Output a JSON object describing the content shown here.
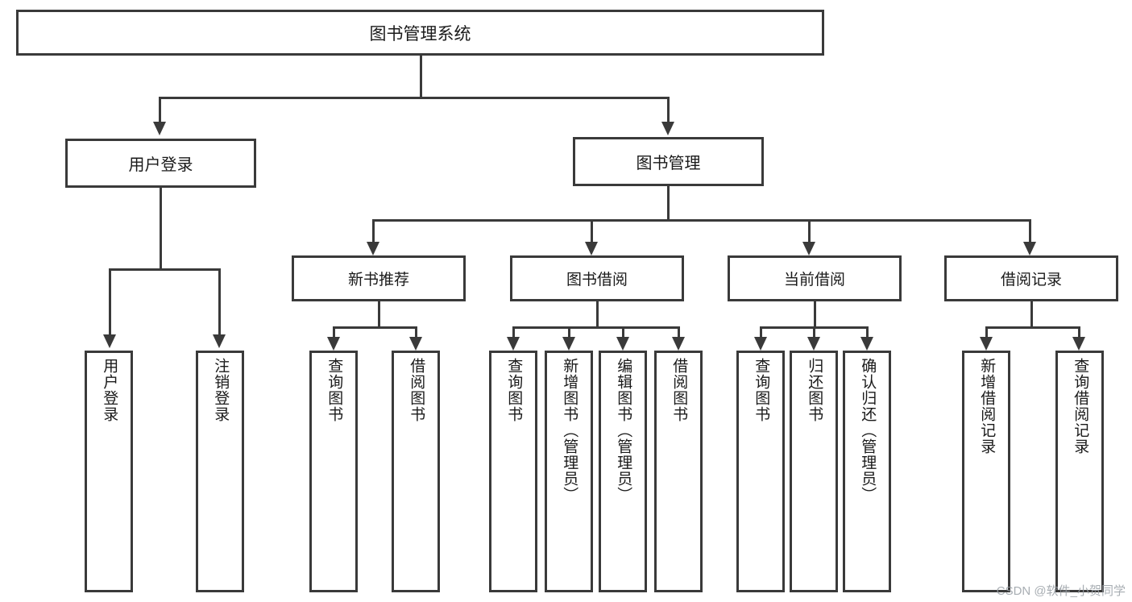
{
  "diagram": {
    "title": "图书管理系统",
    "root": {
      "label": "图书管理系统"
    },
    "level2": [
      {
        "label": "用户登录"
      },
      {
        "label": "图书管理"
      }
    ],
    "level3": [
      {
        "label": "新书推荐"
      },
      {
        "label": "图书借阅"
      },
      {
        "label": "当前借阅"
      },
      {
        "label": "借阅记录"
      }
    ],
    "leaves": [
      {
        "label": "用户登录",
        "parent": "用户登录"
      },
      {
        "label": "注销登录",
        "parent": "用户登录"
      },
      {
        "label": "查询图书",
        "parent": "新书推荐"
      },
      {
        "label": "借阅图书",
        "parent": "新书推荐"
      },
      {
        "label": "查询图书",
        "parent": "图书借阅"
      },
      {
        "label": "新增图书（管理员）",
        "parent": "图书借阅"
      },
      {
        "label": "编辑图书（管理员）",
        "parent": "图书借阅"
      },
      {
        "label": "借阅图书",
        "parent": "图书借阅"
      },
      {
        "label": "查询图书",
        "parent": "当前借阅"
      },
      {
        "label": "归还图书",
        "parent": "当前借阅"
      },
      {
        "label": "确认归还（管理员）",
        "parent": "当前借阅"
      },
      {
        "label": "新增借阅记录",
        "parent": "借阅记录"
      },
      {
        "label": "查询借阅记录",
        "parent": "借阅记录"
      }
    ]
  },
  "watermark": {
    "text": "CSDN @软件_小贺同学"
  },
  "colors": {
    "line": "#3a3a3a",
    "box_fill": "#ffffff",
    "text": "#1a1a1a",
    "watermark": "#9aa0a6",
    "background": "#ffffff"
  }
}
